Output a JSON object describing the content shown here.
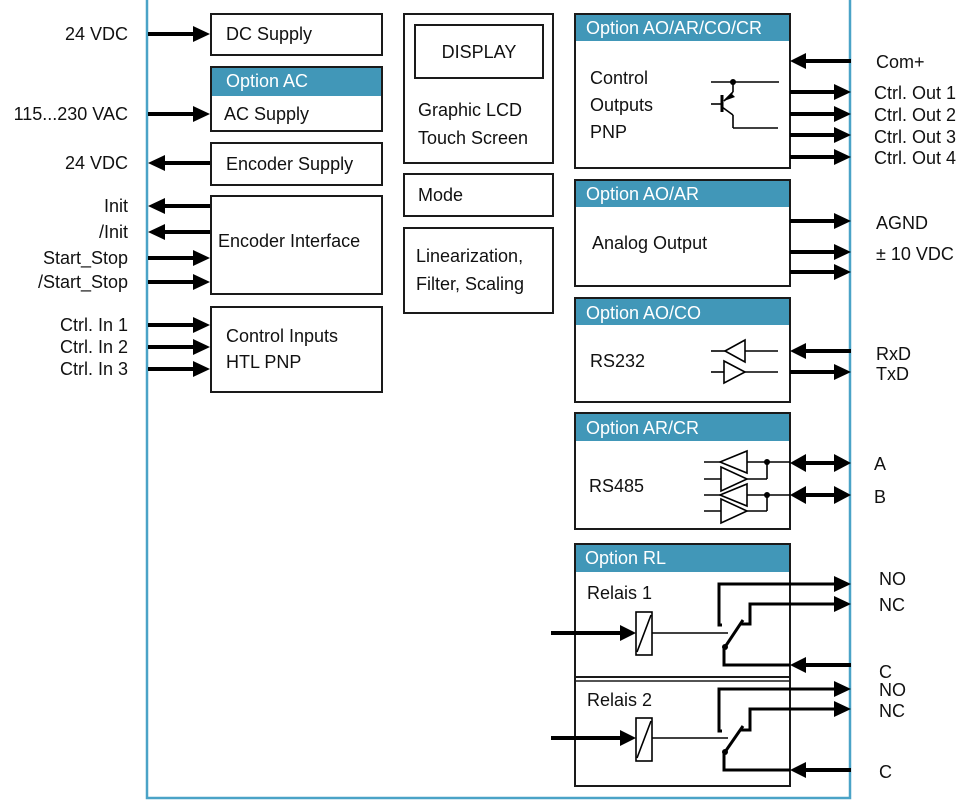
{
  "colors": {
    "accent": "#4197b8",
    "frame": "#4aa3c7"
  },
  "left_signals": {
    "dc_in": "24 VDC",
    "ac_in": "115...230 VAC",
    "enc_supply_out": "24 VDC",
    "init": "Init",
    "ninit": "/Init",
    "start_stop": "Start_Stop",
    "nstart_stop": "/Start_Stop",
    "ctrl_in_1": "Ctrl. In 1",
    "ctrl_in_2": "Ctrl. In 2",
    "ctrl_in_3": "Ctrl. In 3"
  },
  "blocks": {
    "dc_supply": "DC Supply",
    "ac_option": "Option AC",
    "ac_supply": "AC Supply",
    "encoder_supply": "Encoder Supply",
    "encoder_interface": "Encoder Interface",
    "control_inputs_1": "Control Inputs",
    "control_inputs_2": "HTL PNP",
    "display": "DISPLAY",
    "display_desc_1": "Graphic LCD",
    "display_desc_2": "Touch Screen",
    "mode": "Mode",
    "lin_1": "Linearization,",
    "lin_2": "Filter, Scaling"
  },
  "options": {
    "ctrl_out": {
      "header": "Option AO/AR/CO/CR",
      "line1": "Control",
      "line2": "Outputs",
      "line3": "PNP"
    },
    "analog": {
      "header": "Option AO/AR",
      "label": "Analog Output"
    },
    "rs232": {
      "header": "Option AO/CO",
      "label": "RS232"
    },
    "rs485": {
      "header": "Option AR/CR",
      "label": "RS485"
    },
    "relay": {
      "header": "Option RL",
      "relais1": "Relais 1",
      "relais2": "Relais 2"
    }
  },
  "right_signals": {
    "com_plus": "Com+",
    "ctrl_out_1": "Ctrl. Out 1",
    "ctrl_out_2": "Ctrl. Out 2",
    "ctrl_out_3": "Ctrl. Out 3",
    "ctrl_out_4": "Ctrl. Out 4",
    "agnd": "AGND",
    "pm10": "± 10 VDC",
    "rxd": "RxD",
    "txd": "TxD",
    "a": "A",
    "b": "B",
    "no1": "NO",
    "nc1": "NC",
    "c1": "C",
    "no2": "NO",
    "nc2": "NC",
    "c2": "C"
  }
}
